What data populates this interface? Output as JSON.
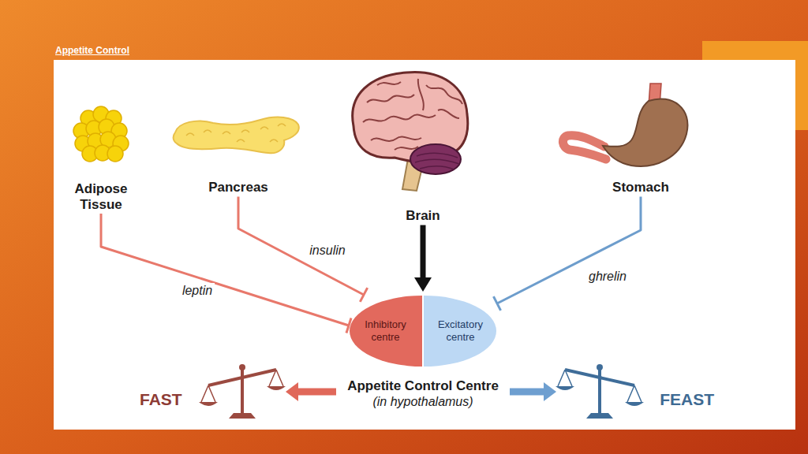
{
  "diagram": {
    "title": "Appetite Control",
    "nodes": [
      {
        "text": [
          "Adipose Tissue"
        ]
      },
      {
        "text": [
          "Pancreas"
        ]
      },
      {
        "text": [
          "Brain"
        ]
      },
      {
        "text": [
          "Stomach"
        ]
      },
      {
        "text": [
          "Appetite Control Centre",
          "(in hypothalamus)"
        ]
      },
      {
        "text": [
          "Inhibitory centre"
        ],
        "in": 4
      },
      {
        "text": [
          "Excitatory centre"
        ],
        "in": 4
      },
      {
        "text": [
          "FAST"
        ]
      },
      {
        "text": [
          "FEAST"
        ]
      }
    ],
    "edges": [
      {
        "from": 0,
        "to": 5,
        "label": "leptin",
        "arrow": "to"
      },
      {
        "from": 1,
        "to": 5,
        "label": "insulin",
        "arrow": "to"
      },
      {
        "from": 2,
        "to": 4,
        "arrow": "to"
      },
      {
        "from": 3,
        "to": 6,
        "label": "ghrelin",
        "arrow": "to"
      },
      {
        "from": 4,
        "to": 7,
        "arrow": "to"
      },
      {
        "from": 4,
        "to": 8,
        "arrow": "to"
      }
    ]
  }
}
